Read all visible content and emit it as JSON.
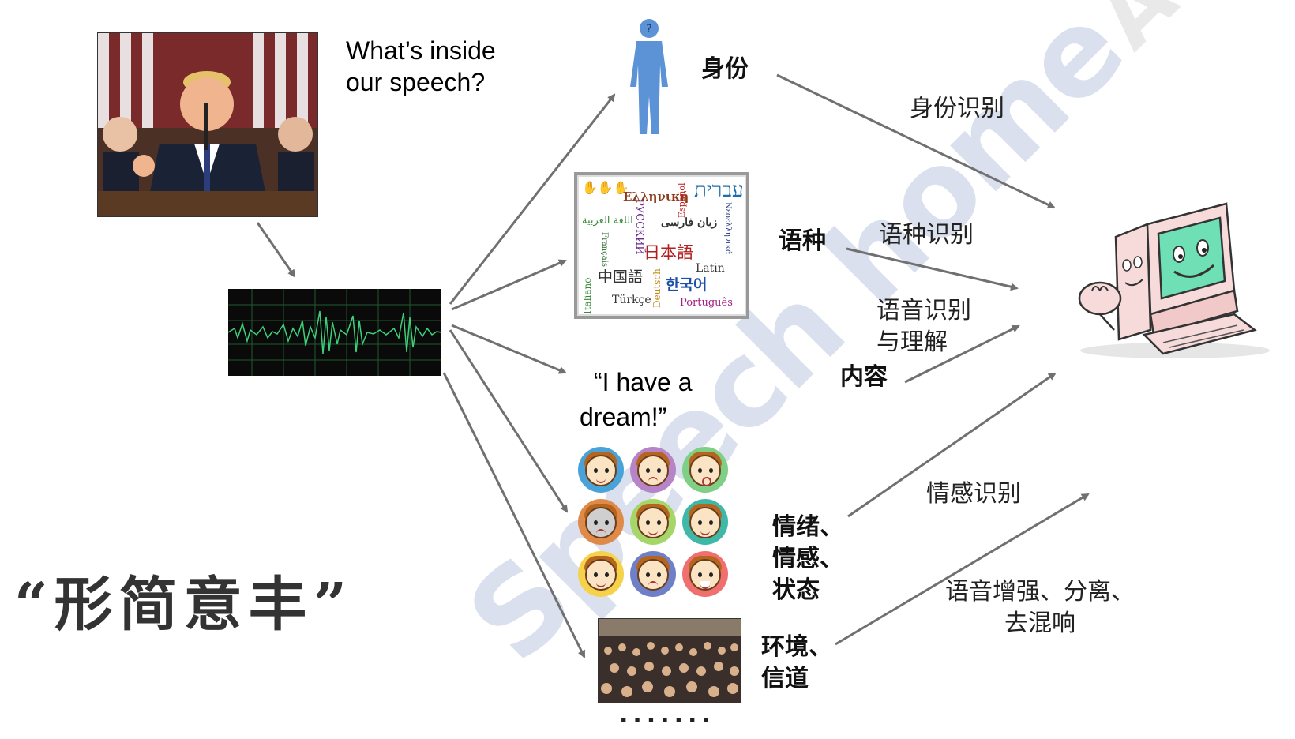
{
  "question": {
    "line1": "What’s inside",
    "line2": "our speech?"
  },
  "watermark": {
    "english": "Speech home",
    "chinese": "AI工匠学堂"
  },
  "attributes": {
    "identity": "身份",
    "language": "语种",
    "content": "内容",
    "emotion_line1": "情绪、",
    "emotion_line2": "情感、",
    "emotion_line3": "状态",
    "environment_line1": "环境、",
    "environment_line2": "信道"
  },
  "quote": {
    "line1": "“I have a",
    "line2": "dream!”"
  },
  "tasks": {
    "speaker_recognition": "身份识别",
    "language_recognition": "语种识别",
    "speech_recognition_line1": "语音识别",
    "speech_recognition_line2": "与理解",
    "emotion_recognition": "情感识别",
    "enhancement_line1": "语音增强、分离、",
    "enhancement_line2": "去混响"
  },
  "languages": {
    "hebrew": "עברית",
    "greek": "Ελληνική",
    "espanol": "Español",
    "arabic": "اللغة العربية",
    "farsi": "زبان فارسی",
    "russian": "РУССКИЙ",
    "japanese": "日本語",
    "neoellinika": "Νεοελληνικά",
    "francais": "Français",
    "latin": "Latin",
    "chinese": "中国語",
    "italiano": "Italiano",
    "deutsch": "Deutsch",
    "korean": "한국어",
    "turkce": "Türkçe",
    "portuguese": "Português"
  },
  "ellipsis": ".......",
  "slogan": "“形简意丰”",
  "colors": {
    "arrow": "#707070",
    "waveform": "#3ecf7a",
    "waveform_bg": "#0a0a0a",
    "person": "#5b93d6",
    "computer_screen": "#6fe0b5",
    "computer_body": "#f7dada"
  },
  "faces": [
    {
      "ring": "#4aa3d8",
      "expression": "neutral"
    },
    {
      "ring": "#b784c7",
      "expression": "crying"
    },
    {
      "ring": "#7fcf86",
      "expression": "surprised"
    },
    {
      "ring": "#e08a4a",
      "expression": "angry"
    },
    {
      "ring": "#a6d66a",
      "expression": "happy"
    },
    {
      "ring": "#3fb8a8",
      "expression": "calm"
    },
    {
      "ring": "#f5d24a",
      "expression": "smile"
    },
    {
      "ring": "#6f7fc8",
      "expression": "sad"
    },
    {
      "ring": "#f07070",
      "expression": "laugh"
    }
  ]
}
